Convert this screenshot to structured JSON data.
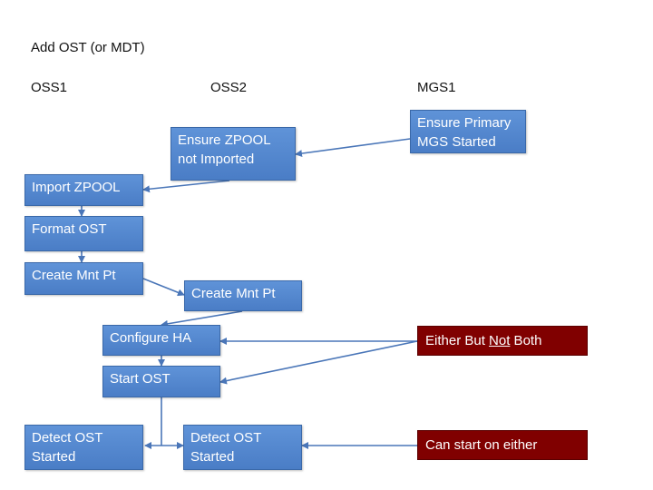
{
  "title": "Add OST (or MDT)",
  "lanes": {
    "oss1": "OSS1",
    "oss2": "OSS2",
    "mgs1": "MGS1"
  },
  "nodes": {
    "ensure_primary_mgs": [
      "Ensure Primary",
      "MGS Started"
    ],
    "ensure_zpool_not_imported": [
      "Ensure ZPOOL",
      "not Imported"
    ],
    "import_zpool": "Import ZPOOL",
    "format_ost": "Format OST",
    "create_mnt_pt_oss1": "Create Mnt Pt",
    "create_mnt_pt_oss2": "Create Mnt Pt",
    "configure_ha": "Configure HA",
    "start_ost": "Start OST",
    "detect_ost_started_oss1": [
      "Detect OST",
      "Started"
    ],
    "detect_ost_started_oss2": [
      "Detect OST",
      "Started"
    ]
  },
  "notes": {
    "either_but_not_both": {
      "before": "Either But ",
      "underlined": "Not",
      "after": " Both"
    },
    "can_start_on_either": "Can start on either"
  },
  "colors": {
    "node_fill": "#4f81bd",
    "note_fill": "#800000",
    "edge": "#4a76b8"
  }
}
